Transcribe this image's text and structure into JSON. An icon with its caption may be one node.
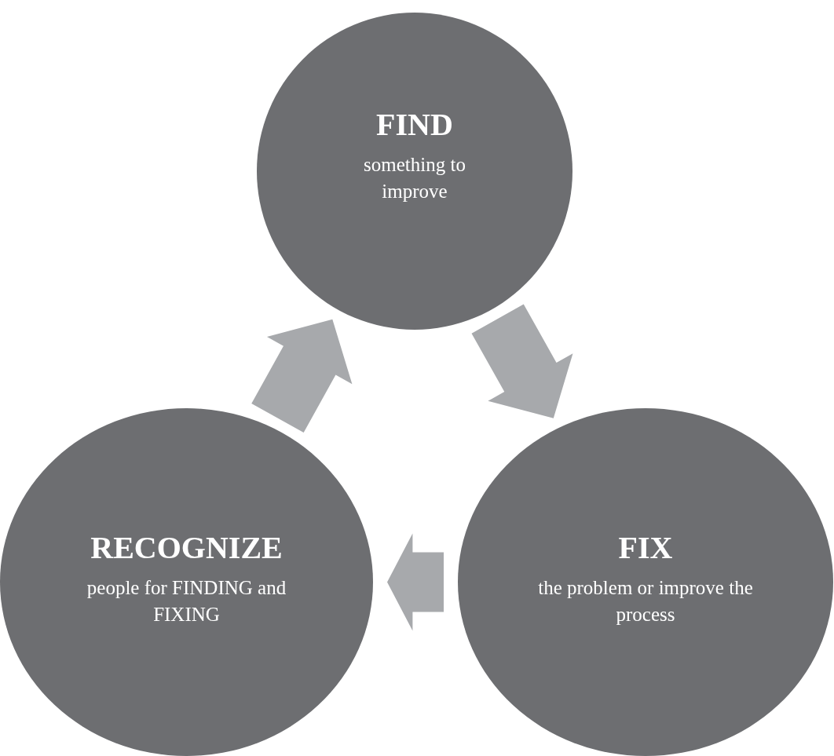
{
  "diagram": {
    "nodes": [
      {
        "text": [
          "FIND",
          "something to improve"
        ]
      },
      {
        "text": [
          "FIX",
          "the problem or improve the process"
        ]
      },
      {
        "text": [
          "RECOGNIZE",
          "people for FINDING and FIXING"
        ]
      }
    ],
    "edges": [
      {
        "from": 0,
        "to": 1,
        "arrow": "to"
      },
      {
        "from": 1,
        "to": 2,
        "arrow": "to"
      },
      {
        "from": 2,
        "to": 0,
        "arrow": "to"
      }
    ]
  }
}
